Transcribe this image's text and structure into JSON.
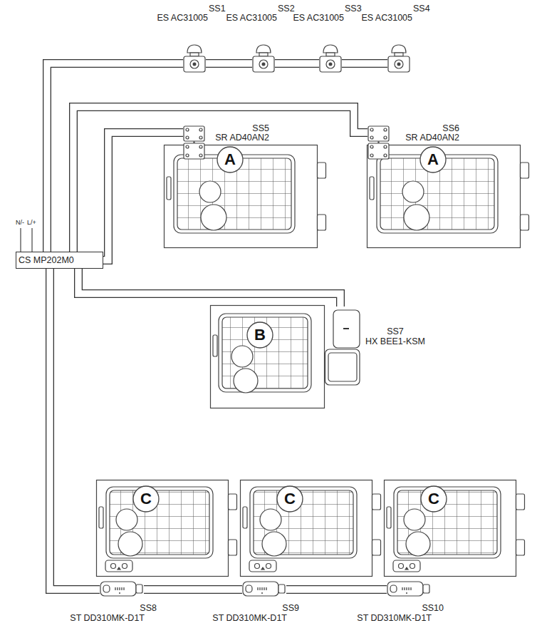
{
  "diagram": {
    "nodes": [
      {
        "text": [
          "SS1",
          "ES AC31005"
        ]
      },
      {
        "text": [
          "SS2",
          "ES AC31005"
        ]
      },
      {
        "text": [
          "SS3",
          "ES AC31005"
        ]
      },
      {
        "text": [
          "SS4",
          "ES AC31005"
        ]
      },
      {
        "text": [
          "SS5",
          "SR AD40AN2"
        ]
      },
      {
        "text": [
          "SS6",
          "SR AD40AN2"
        ]
      },
      {
        "text": [
          "A"
        ]
      },
      {
        "text": [
          "A"
        ]
      },
      {
        "text": [
          "CS MP202M0"
        ]
      },
      {
        "text": [
          "SS7",
          "HX BEE1-KSM"
        ]
      },
      {
        "text": [
          "B"
        ]
      },
      {
        "text": [
          "C"
        ]
      },
      {
        "text": [
          "C"
        ]
      },
      {
        "text": [
          "C"
        ]
      },
      {
        "text": [
          "SS8",
          "ST DD310MK-D1T"
        ]
      },
      {
        "text": [
          "SS9",
          "ST DD310MK-D1T"
        ]
      },
      {
        "text": [
          "SS10",
          "ST DD310MK-D1T"
        ]
      }
    ],
    "edges": [
      {
        "from": 8,
        "to": 0,
        "arrow": "none"
      },
      {
        "from": 0,
        "to": 1,
        "arrow": "none"
      },
      {
        "from": 1,
        "to": 2,
        "arrow": "none"
      },
      {
        "from": 2,
        "to": 3,
        "arrow": "none"
      },
      {
        "from": 8,
        "to": 4,
        "arrow": "none"
      },
      {
        "from": 8,
        "to": 5,
        "arrow": "none"
      },
      {
        "from": 8,
        "to": 9,
        "arrow": "none"
      },
      {
        "from": 8,
        "to": 14,
        "arrow": "none"
      },
      {
        "from": 14,
        "to": 15,
        "arrow": "none"
      },
      {
        "from": 15,
        "to": 16,
        "arrow": "none"
      }
    ],
    "labels": [
      "N/-",
      "L/+"
    ]
  }
}
